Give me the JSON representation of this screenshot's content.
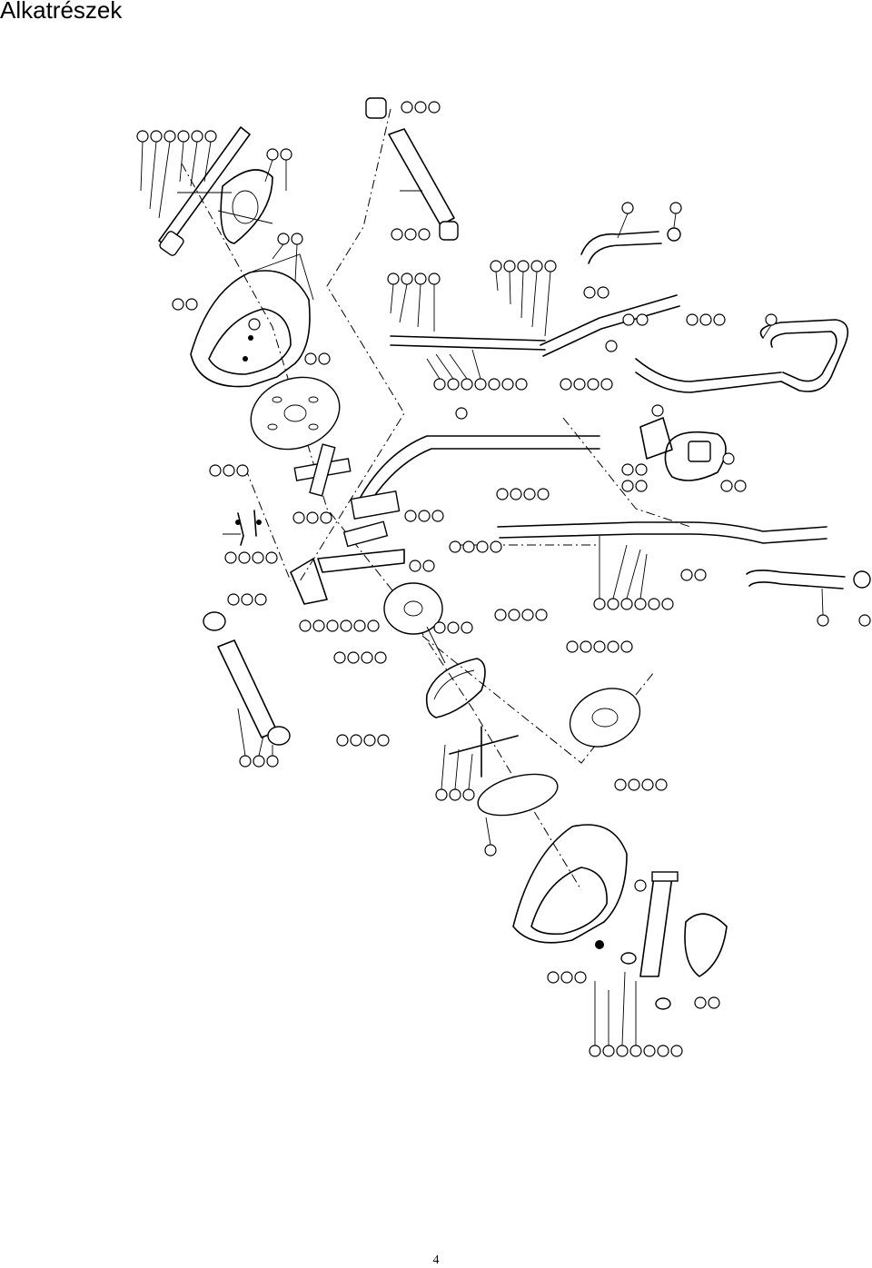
{
  "page": {
    "title": "Alkatrészek",
    "page_number": "4"
  },
  "diagram": {
    "type": "exploded-parts-view",
    "subject": "exercise-bike",
    "callout_style": "numbered-circle"
  }
}
